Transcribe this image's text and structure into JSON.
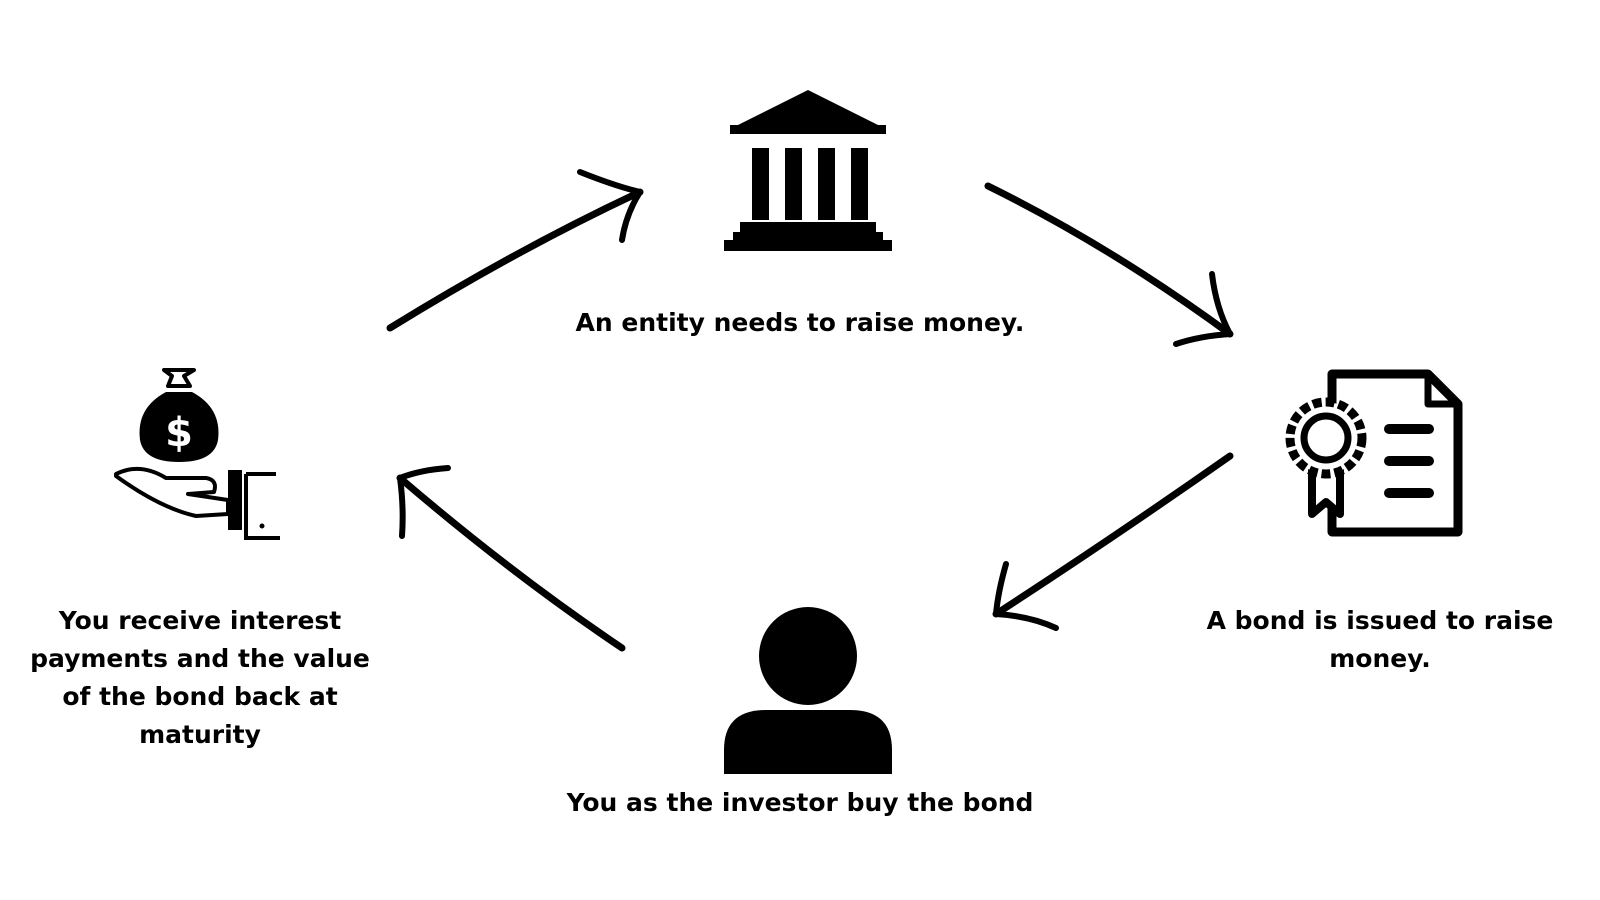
{
  "diagram": {
    "type": "cycle",
    "steps": [
      {
        "id": "entity",
        "icon": "bank-icon",
        "caption": "An entity needs to raise money."
      },
      {
        "id": "bond",
        "icon": "certificate-document-icon",
        "caption": "A bond is issued to raise money."
      },
      {
        "id": "investor",
        "icon": "person-icon",
        "caption": "You as the investor buy the bond"
      },
      {
        "id": "receive",
        "icon": "hand-money-bag-icon",
        "caption": "You receive interest payments and the value of the bond back at maturity"
      }
    ],
    "edges": [
      {
        "from": "receive",
        "to": "entity"
      },
      {
        "from": "entity",
        "to": "bond"
      },
      {
        "from": "bond",
        "to": "investor"
      },
      {
        "from": "investor",
        "to": "receive"
      }
    ],
    "colors": {
      "ink": "#000000",
      "background": "#ffffff"
    }
  }
}
